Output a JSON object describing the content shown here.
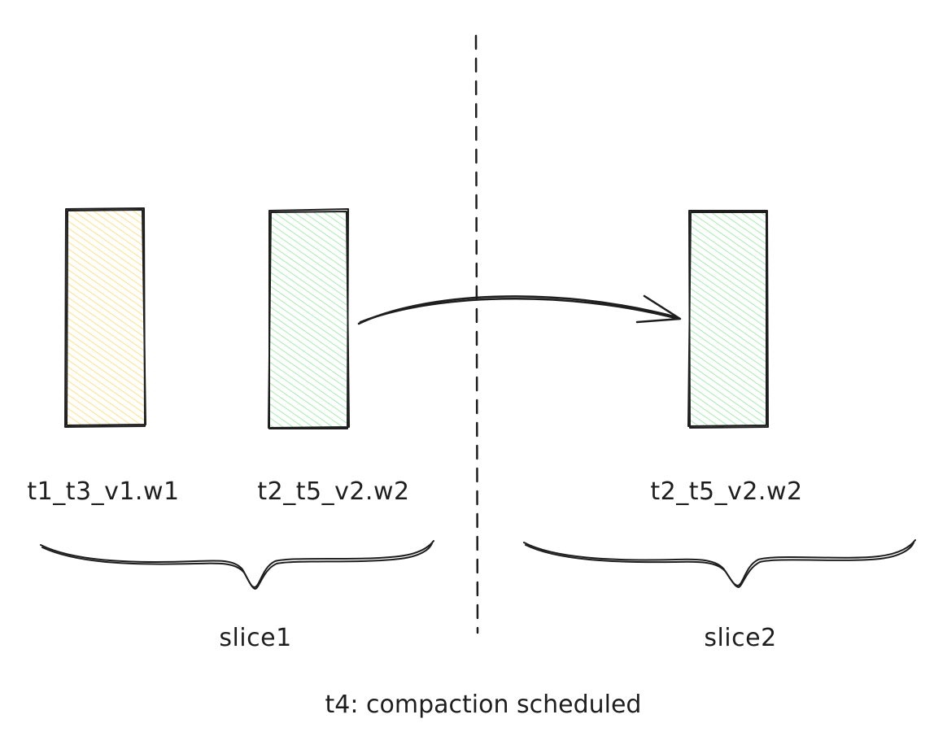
{
  "colors": {
    "yellow_fill": "#ffec99",
    "green_fill": "#b2f2bb",
    "stroke": "#1e1e1e",
    "background": "#ffffff"
  },
  "blocks": [
    {
      "label": "t1_t3_v1.w1",
      "color": "yellow"
    },
    {
      "label": "t2_t5_v2.w2",
      "color": "green"
    },
    {
      "label": "t2_t5_v2.w2",
      "color": "green"
    }
  ],
  "slices": [
    {
      "label": "slice1"
    },
    {
      "label": "slice2"
    }
  ],
  "caption": "t4: compaction scheduled"
}
